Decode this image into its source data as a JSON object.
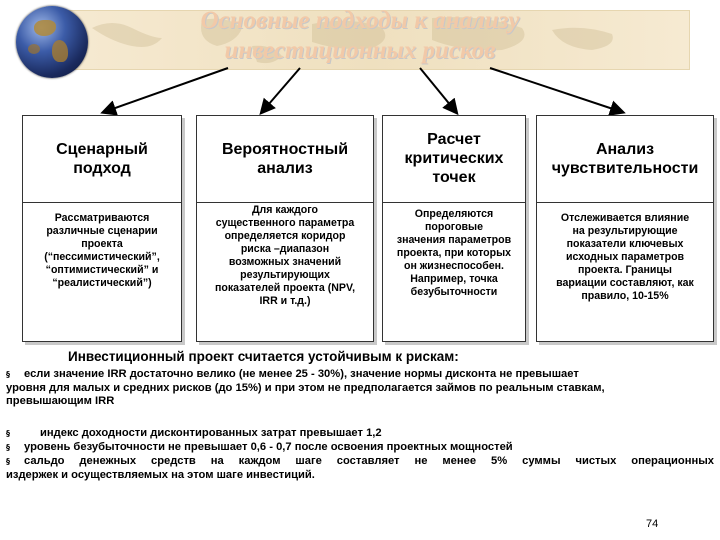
{
  "title": {
    "line1": "Основные подходы к анализу",
    "line2": "инвестиционных рисков"
  },
  "approaches": [
    {
      "heading": [
        "Сценарный",
        "подход"
      ],
      "description": [
        "Рассматриваются",
        "различные сценарии",
        "проекта",
        "(“пессимистический”,",
        "“оптимистический” и",
        "“реалистический”)"
      ]
    },
    {
      "heading": [
        "Вероятностный",
        "анализ"
      ],
      "description": [
        "Для каждого",
        "существенного параметра",
        "определяется коридор",
        "риска –диапазон",
        "возможных значений",
        "результирующих",
        "показателей проекта (NPV,",
        "IRR и т.д.)"
      ]
    },
    {
      "heading": [
        "Расчет",
        "критических",
        "точек"
      ],
      "description": [
        "Определяются",
        "пороговые",
        "значения параметров",
        "проекта, при которых",
        "он жизнеспособен.",
        "Например, точка",
        "безубыточности"
      ]
    },
    {
      "heading": [
        "Анализ",
        "чувствительности"
      ],
      "description": [
        "Отслеживается влияние",
        "на результирующие",
        "показатели ключевых",
        "исходных параметров",
        "проекта. Границы",
        "вариации составляют, как",
        "правило, 10-15%"
      ]
    }
  ],
  "stability_heading": "Инвестиционный проект считается устойчивым к рискам:",
  "conditions": [
    {
      "lines": [
        "если значение IRR достаточно велико (не менее 25 - 30%), значение нормы дисконта не превышает",
        "уровня для малых и средних рисков (до 15%) и при этом не предполагается займов по реальным ставкам,",
        "превышающим IRR"
      ]
    },
    {
      "lines": [
        "индекс доходности дисконтированных затрат превышает 1,2"
      ]
    },
    {
      "lines": [
        "уровень безубыточности не превышает 0,6 - 0,7 после освоения проектных мощностей"
      ]
    },
    {
      "lines": [
        "сальдо денежных средств на каждом шаге составляет не менее 5% суммы чистых операционных",
        "издержек и осуществляемых на этом шаге инвестиций."
      ]
    }
  ],
  "bullet_glyph": "§",
  "page_number": "74",
  "colors": {
    "title_text": "#f2c9a8",
    "banner": "#efe0bf",
    "box_border": "#333333"
  },
  "icons": [
    "globe-icon",
    "world-map-background"
  ]
}
